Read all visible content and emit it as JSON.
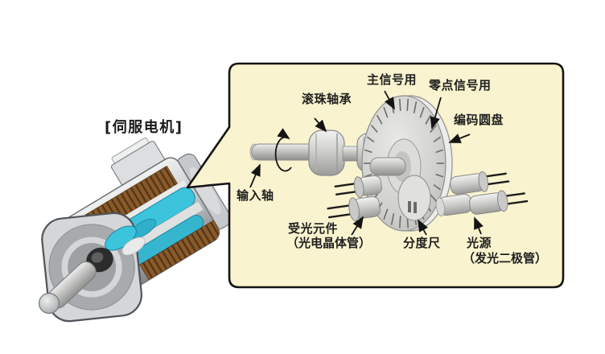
{
  "scene": {
    "motor_label": "[伺服电机]"
  },
  "panel": {
    "callouts": {
      "ball_bearing": "滚珠轴承",
      "main_signal": "主信号用",
      "zero_signal": "零点信号用",
      "encoder_disc": "编码圆盘",
      "input_shaft": "输入轴",
      "receiver": "受光元件",
      "receiver_sub": "（光电晶体管）",
      "index_scale": "分度尺",
      "light_source": "光源",
      "light_source_sub": "（发光二极管）"
    },
    "colors": {
      "panel_fill": "#f9f3cf",
      "panel_border": "#141414",
      "rotor_cyan": "#3cc4dc",
      "winding_brown": "#8a5a28",
      "metal_gray": "#c9c9c7",
      "text": "#1f1f1f"
    }
  }
}
